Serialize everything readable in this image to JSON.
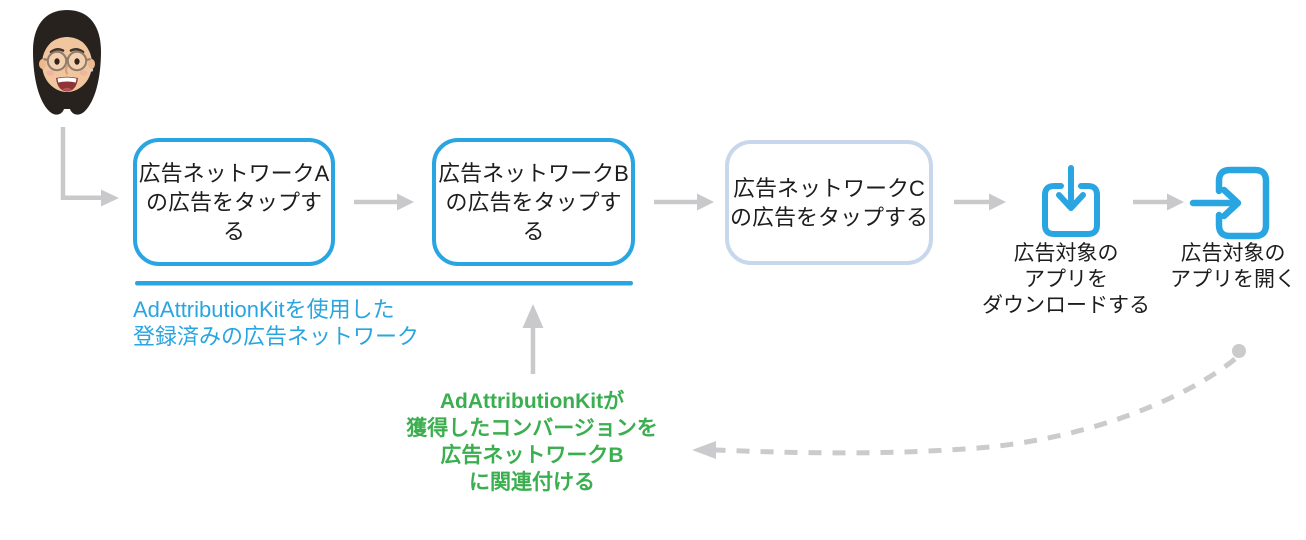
{
  "diagram": {
    "avatar": {
      "label": "user-memoji"
    },
    "steps": [
      {
        "id": "ad-network-a",
        "lines": [
          "広告ネットワークA",
          "の広告をタップする"
        ],
        "border": "blue"
      },
      {
        "id": "ad-network-b",
        "lines": [
          "広告ネットワークB",
          "の広告をタップする"
        ],
        "border": "blue"
      },
      {
        "id": "ad-network-c",
        "lines": [
          "広告ネットワークC",
          "の広告をタップする"
        ],
        "border": "pale-blue"
      },
      {
        "id": "download-app",
        "icon": "download-into-tray-icon",
        "lines": [
          "広告対象の",
          "アプリを",
          "ダウンロードする"
        ]
      },
      {
        "id": "open-app",
        "icon": "arrow-into-app-icon",
        "lines": [
          "広告対象の",
          "アプリを開く"
        ]
      }
    ],
    "notes": {
      "registered": {
        "lines": [
          "AdAttributionKitを使用した",
          "登録済みの広告ネットワーク"
        ],
        "color": "#29a5e1"
      },
      "conversion": {
        "lines": [
          "AdAttributionKitが",
          "獲得したコンバージョンを",
          "広告ネットワークB",
          "に関連付ける"
        ],
        "color": "#3bae4f"
      }
    },
    "colors": {
      "accent_blue": "#29a5e1",
      "pale_blue_border": "#c7d7ec",
      "green": "#3bae4f",
      "arrow_gray": "#c9c9cb",
      "text": "#1d1d1f"
    }
  }
}
